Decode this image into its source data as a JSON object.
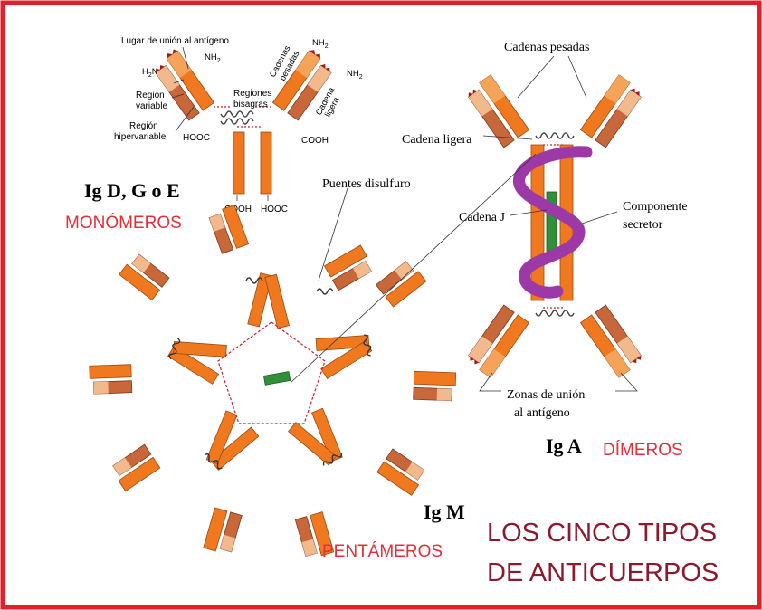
{
  "colors": {
    "frame": "#e0202a",
    "heavy_chain": "#f0781e",
    "light_chain": "#c8673a",
    "light_chain_pale": "#f2b98c",
    "variable_region": "#a85a38",
    "disulfide": "#c8202a",
    "j_chain": "#2f8f3a",
    "secretory_component": "#9c39a6",
    "type_labels": "#e0303a",
    "main_title": "#8c1a2e"
  },
  "monomer": {
    "title": "Ig D, G o E",
    "subtitle": "MONÓMEROS",
    "labels": {
      "binding_site": "Lugar de unión al antígeno",
      "nh2": "NH",
      "nh2_sub": "2",
      "h2n": "H",
      "h2n_sub": "2",
      "h2n_tail": "N",
      "variable_region_1": "Región",
      "variable_region_2": "variable",
      "hypervariable_1": "Región",
      "hypervariable_2": "hipervariable",
      "hinge_1": "Regiones",
      "hinge_2": "bisagras",
      "heavy_chains_1": "Cadenas",
      "heavy_chains_2": "pesadas",
      "light_chain_1": "Cadena",
      "light_chain_2": "ligera",
      "cooh": "COOH",
      "hooc": "HOOC"
    }
  },
  "dimer": {
    "title": "Ig A",
    "subtitle": "DÍMEROS",
    "labels": {
      "heavy_chains": "Cadenas pesadas",
      "light_chain": "Cadena ligera",
      "j_chain": "Cadena J",
      "secretory_1": "Componente",
      "secretory_2": "secretor",
      "binding_zones_1": "Zonas de unión",
      "binding_zones_2": "al  antígeno"
    }
  },
  "pentamer": {
    "title": "Ig M",
    "subtitle": "PENTÁMEROS",
    "labels": {
      "disulfide_bridges": "Puentes disulfuro"
    }
  },
  "main_title": {
    "line1": "LOS CINCO TIPOS",
    "line2": "DE ANTICUERPOS"
  }
}
